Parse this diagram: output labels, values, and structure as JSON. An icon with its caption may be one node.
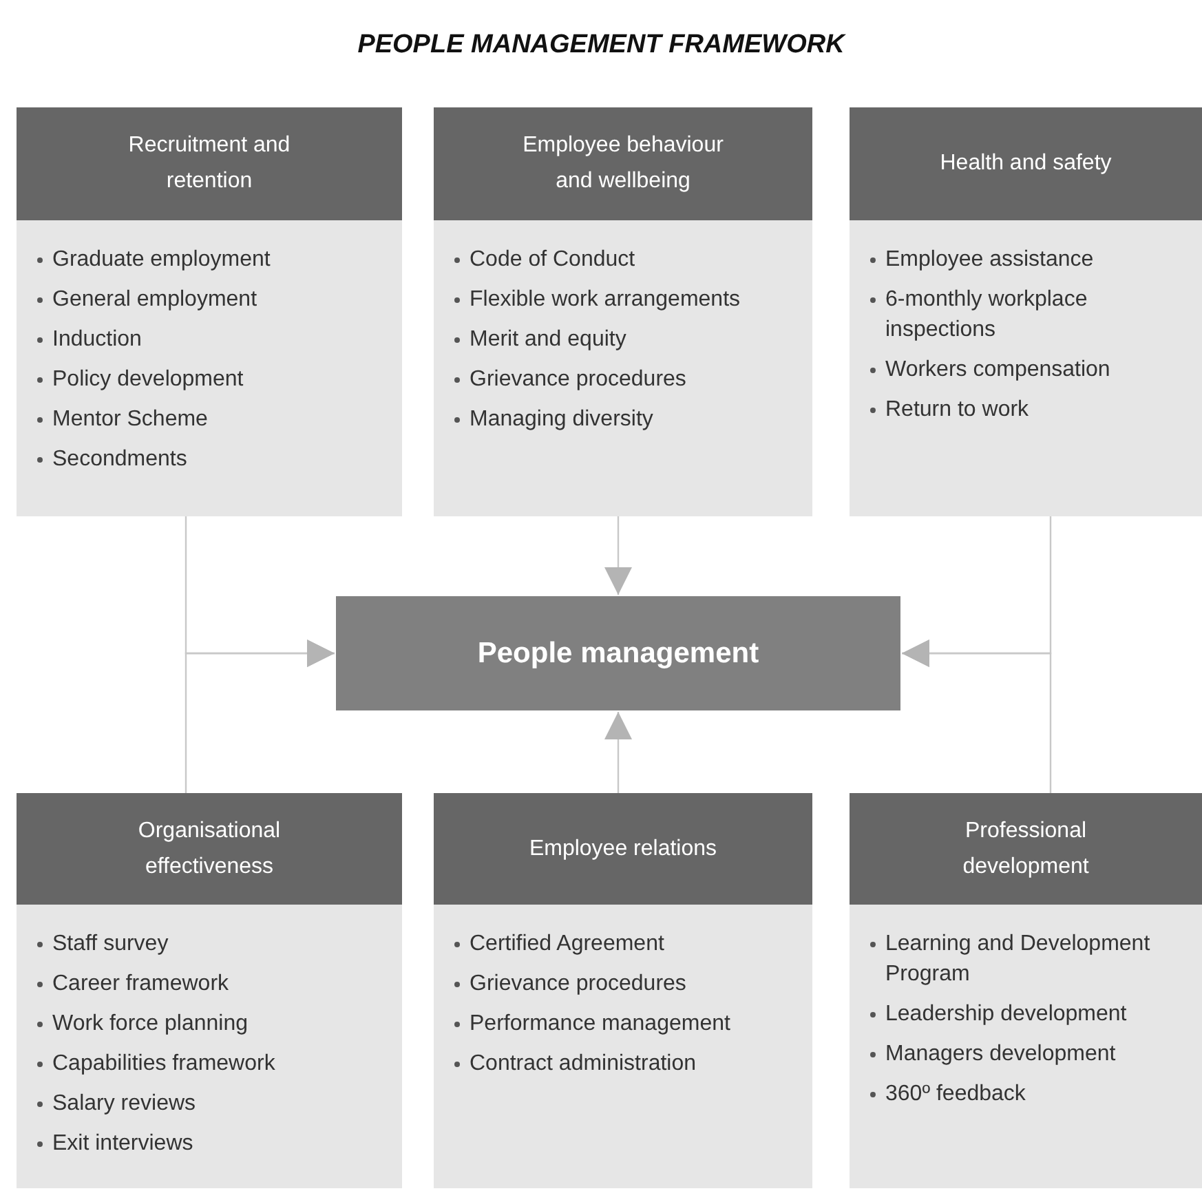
{
  "diagram": {
    "title": "PEOPLE MANAGEMENT FRAMEWORK",
    "nodes": [
      {
        "text": [
          "Recruitment and retention",
          "Graduate employment",
          "General employment",
          "Induction",
          "Policy development",
          "Mentor Scheme",
          "Secondments"
        ]
      },
      {
        "text": [
          "Employee behaviour and wellbeing",
          "Code of Conduct",
          "Flexible work arrangements",
          "Merit and equity",
          "Grievance procedures",
          "Managing diversity"
        ]
      },
      {
        "text": [
          "Health and safety",
          "Employee assistance",
          "6-monthly workplace inspections",
          "Workers compensation",
          "Return to work"
        ]
      },
      {
        "text": [
          "People management"
        ]
      },
      {
        "text": [
          "Organisational effectiveness",
          "Staff survey",
          "Career framework",
          "Work force planning",
          "Capabilities framework",
          "Salary reviews",
          "Exit interviews"
        ]
      },
      {
        "text": [
          "Employee relations",
          "Certified Agreement",
          "Grievance procedures",
          "Performance management",
          "Contract administration"
        ]
      },
      {
        "text": [
          "Professional development",
          "Learning and Development Program",
          "Leadership development",
          "Managers development",
          "360º feedback"
        ]
      }
    ],
    "edges": [
      {
        "from": 0,
        "to": 3,
        "arrow": "to"
      },
      {
        "from": 1,
        "to": 3,
        "arrow": "to"
      },
      {
        "from": 2,
        "to": 3,
        "arrow": "to"
      },
      {
        "from": 4,
        "to": 3,
        "arrow": "to"
      },
      {
        "from": 5,
        "to": 3,
        "arrow": "to"
      },
      {
        "from": 6,
        "to": 3,
        "arrow": "to"
      }
    ]
  }
}
